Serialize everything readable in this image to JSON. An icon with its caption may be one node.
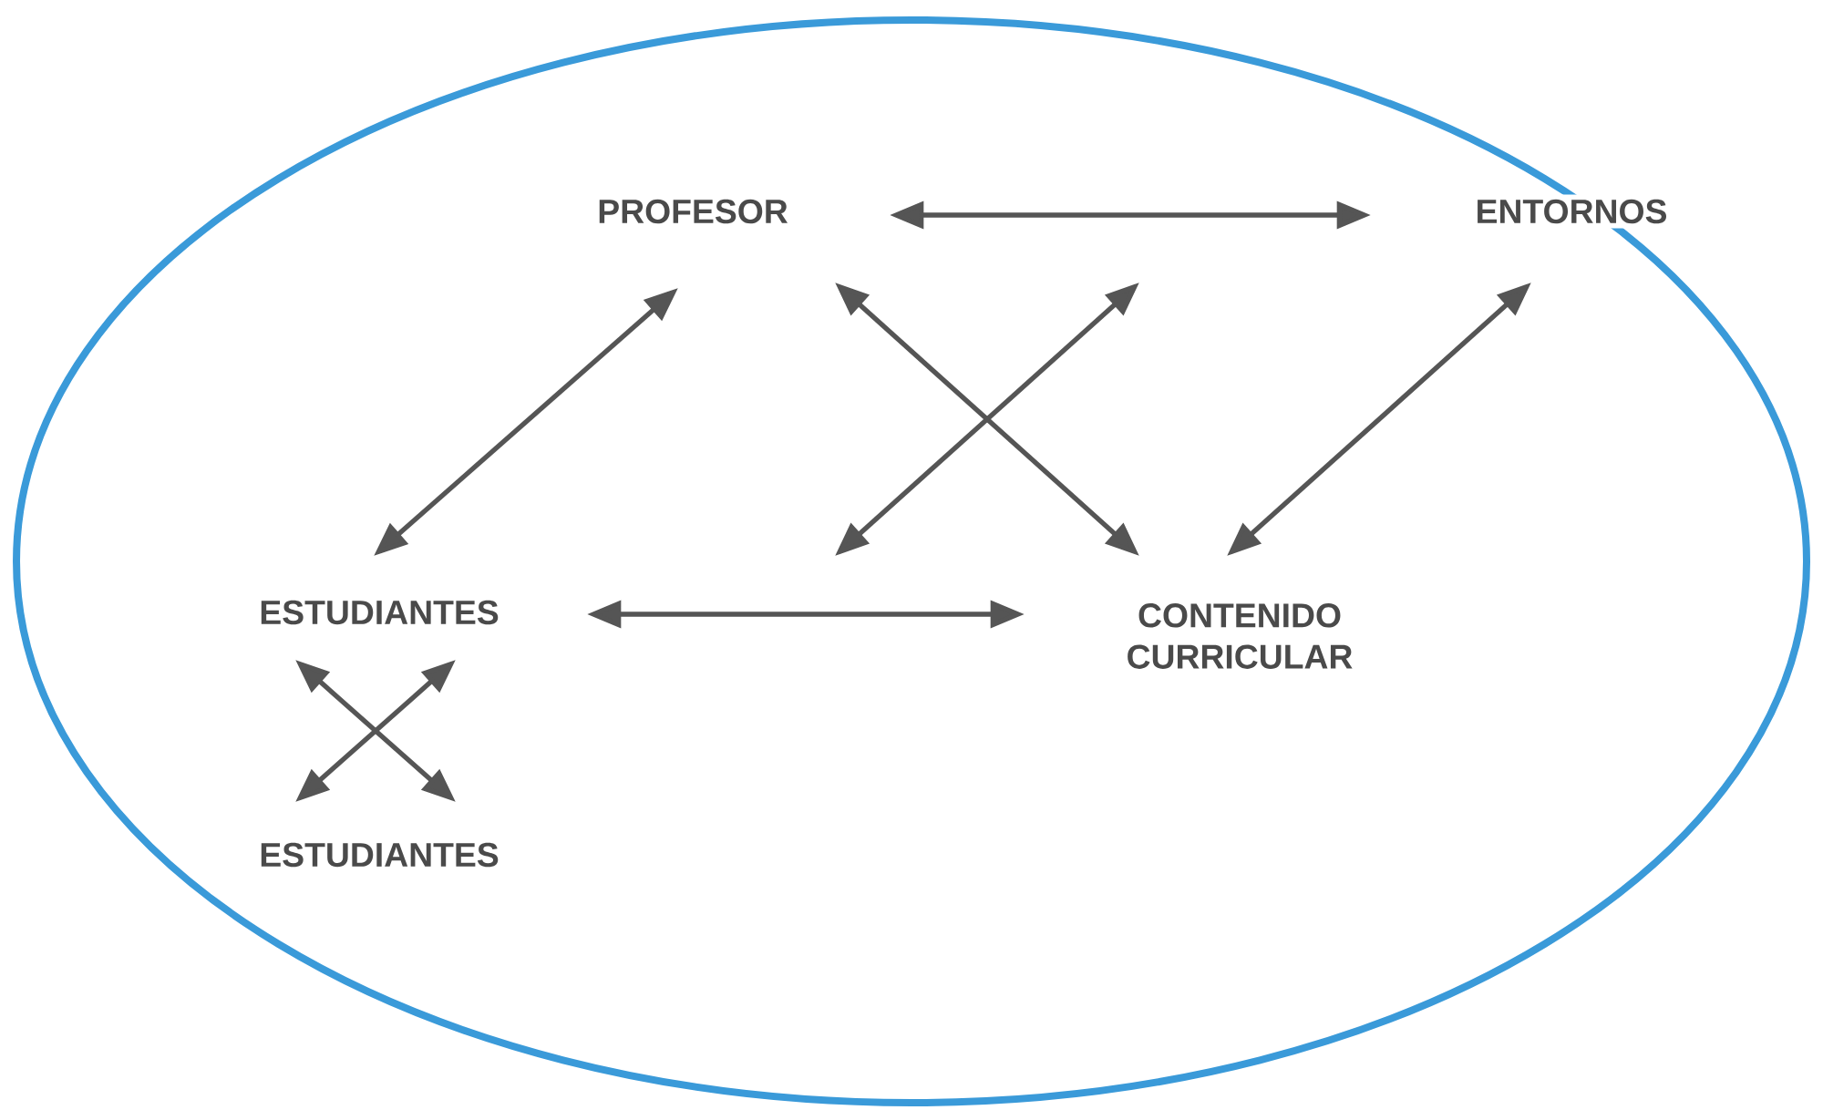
{
  "diagram": {
    "nodes": [
      {
        "text": [
          "PROFESOR"
        ]
      },
      {
        "text": [
          "ENTORNOS"
        ]
      },
      {
        "text": [
          "ESTUDIANTES"
        ]
      },
      {
        "text": [
          "CONTENIDO CURRICULAR"
        ]
      },
      {
        "text": [
          "ESTUDIANTES"
        ]
      }
    ],
    "edges": [
      {
        "from": 0,
        "to": 1,
        "arrow": "both"
      },
      {
        "from": 0,
        "to": 2,
        "arrow": "both"
      },
      {
        "from": 0,
        "to": 3,
        "arrow": "both"
      },
      {
        "from": 1,
        "to": 3,
        "arrow": "both"
      },
      {
        "from": 2,
        "to": 3,
        "arrow": "both"
      },
      {
        "from": 2,
        "to": 4,
        "arrow": "both"
      },
      {
        "from": 2,
        "to": 4,
        "arrow": "both"
      }
    ]
  }
}
